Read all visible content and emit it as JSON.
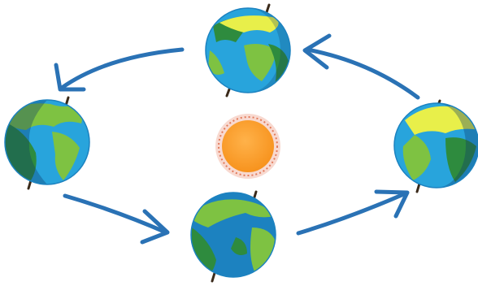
{
  "diagram": {
    "colors": {
      "background": "#ffffff",
      "arrow": "#2a72b5",
      "ocean": "#28a4dc",
      "ocean_dark": "#1c82c0",
      "land": "#7ec242",
      "land_dark": "#2e8b3e",
      "ice": "#e8ef4a",
      "night_shade": "#0b3a6b",
      "axis": "#3a2a1a",
      "sun_fill": "#f7931e",
      "sun_glow": "#f8d9d0",
      "sun_ring": "#e27a5a"
    },
    "center_object": {
      "icon": "sun-icon"
    },
    "orbit_direction": "counterclockwise",
    "earth_positions": [
      {
        "id": "top",
        "icon": "earth-globe-icon"
      },
      {
        "id": "left",
        "icon": "earth-globe-icon"
      },
      {
        "id": "bottom",
        "icon": "earth-globe-icon"
      },
      {
        "id": "right",
        "icon": "earth-globe-icon"
      }
    ],
    "arrows": [
      {
        "id": "top-to-left",
        "icon": "orbit-arrow-icon"
      },
      {
        "id": "left-to-bottom",
        "icon": "orbit-arrow-icon"
      },
      {
        "id": "bottom-to-right",
        "icon": "orbit-arrow-icon"
      },
      {
        "id": "right-to-top",
        "icon": "orbit-arrow-icon"
      }
    ]
  }
}
